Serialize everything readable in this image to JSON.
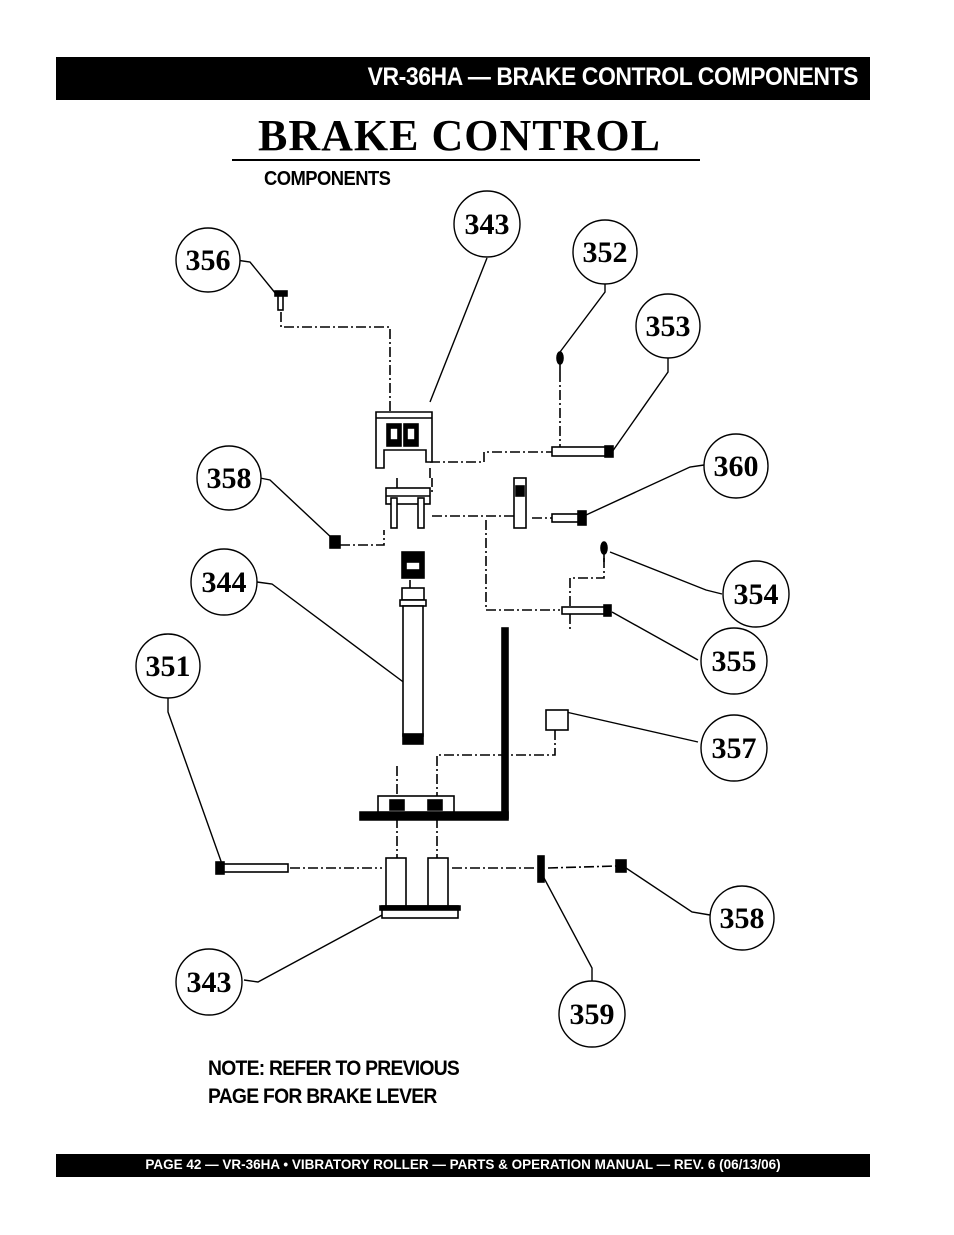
{
  "header": {
    "title": "VR-36HA — BRAKE CONTROL COMPONENTS"
  },
  "diagram": {
    "title": "BRAKE CONTROL",
    "subtitle": "COMPONENTS",
    "callouts": [
      "356",
      "343",
      "352",
      "353",
      "360",
      "358",
      "344",
      "354",
      "355",
      "351",
      "357",
      "358",
      "343",
      "359"
    ]
  },
  "note": {
    "line1": "NOTE: REFER TO PREVIOUS",
    "line2": "PAGE FOR BRAKE LEVER"
  },
  "footer": {
    "text": "PAGE 42 — VR-36HA • VIBRATORY ROLLER — PARTS & OPERATION MANUAL — REV. 6 (06/13/06)"
  }
}
